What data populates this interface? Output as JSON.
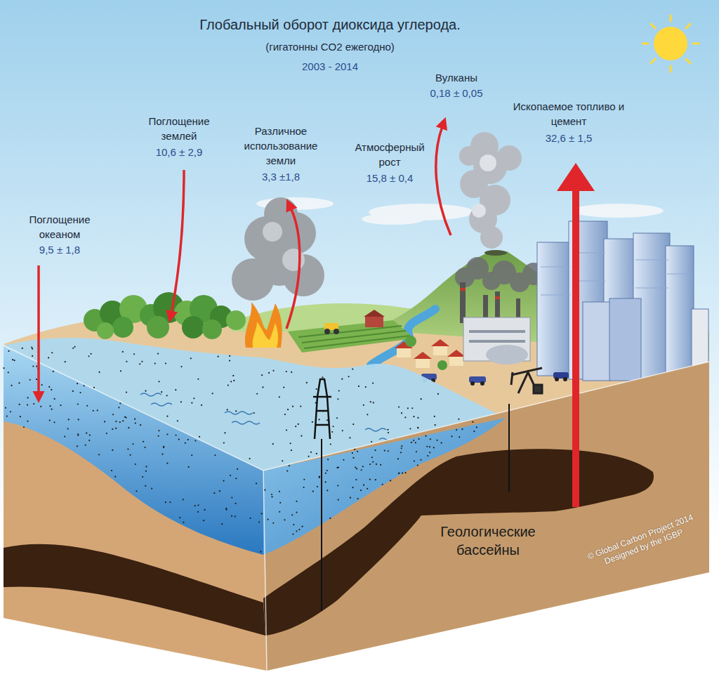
{
  "diagram": {
    "title": "Глобальный оборот диоксида углерода.",
    "labels": [
      "(гигатонны CO2 ежегодно)",
      "2003 - 2014",
      "Поглощение океаном",
      "9,5 ± 1,8",
      "Поглощение землей",
      "10,6 ± 2,9",
      "Различное использование земли",
      "3,3 ±1,8",
      "Атмосферный рост",
      "15,8 ± 0,4",
      "Вулканы",
      "0,18 ± 0,05",
      "Ископаемое топливо и цемент",
      "32,6 ± 1,5",
      "Геологические бассейны",
      "© Global Carbon Project 2014",
      "Designed by the IGBP"
    ]
  }
}
